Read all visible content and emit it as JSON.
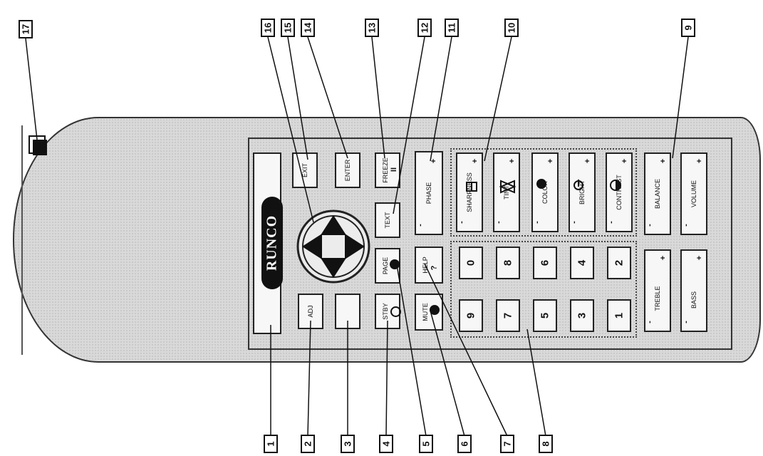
{
  "brand": {
    "logo_text": "RUNCO"
  },
  "callouts": {
    "c1": "1",
    "c2": "2",
    "c3": "3",
    "c4": "4",
    "c5": "5",
    "c6": "6",
    "c7": "7",
    "c8": "8",
    "c9": "9",
    "c10": "10",
    "c11": "11",
    "c12": "12",
    "c13": "13",
    "c14": "14",
    "c15": "15",
    "c16": "16",
    "c17": "17"
  },
  "buttons": {
    "exit": "EXIT",
    "enter": "ENTER",
    "freeze": "FREEZE",
    "freeze_symbol": "II",
    "adj": "ADJ",
    "text": "TEXT",
    "stby": "STBY",
    "page": "PAGE",
    "mute": "MUTE",
    "help": "HELP",
    "help_symbol": "?",
    "phase": "PHASE",
    "sharpness": "SHARPNESS",
    "tint": "TINT",
    "color": "COLOR",
    "bright": "BRIGHT",
    "contrast": "CONTRAST",
    "balance": "BALANCE",
    "volume": "VOLUME",
    "treble": "TREBLE",
    "bass": "BASS",
    "minus": "-",
    "plus": "+"
  },
  "digits": {
    "d0": "0",
    "d1": "1",
    "d2": "2",
    "d3": "3",
    "d4": "4",
    "d5": "5",
    "d6": "6",
    "d7": "7",
    "d8": "8",
    "d9": "9"
  }
}
